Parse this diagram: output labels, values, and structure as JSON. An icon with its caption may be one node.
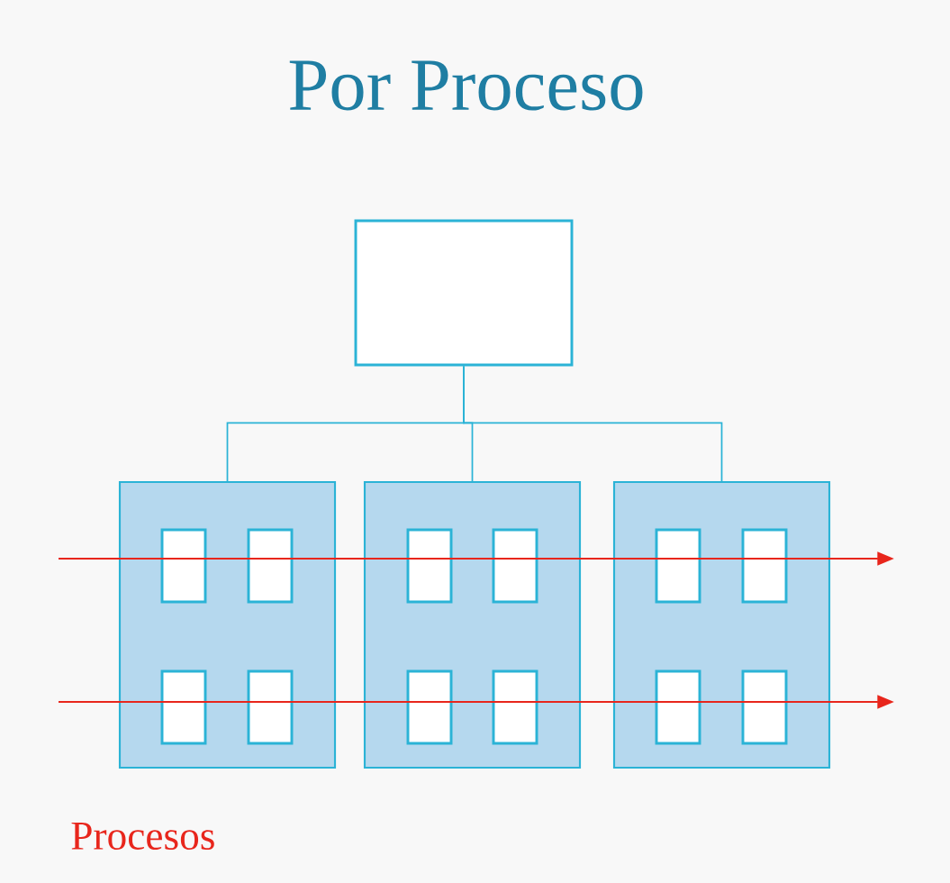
{
  "diagram": {
    "title": "Por Proceso",
    "nodes": [
      {
        "text": [],
        "shape": "box"
      },
      {
        "text": [],
        "shape": "box"
      },
      {
        "text": [],
        "shape": "box",
        "in": 1
      },
      {
        "text": [],
        "shape": "box",
        "in": 1
      },
      {
        "text": [],
        "shape": "box",
        "in": 1
      },
      {
        "text": [],
        "shape": "box",
        "in": 1
      },
      {
        "text": [],
        "shape": "box"
      },
      {
        "text": [],
        "shape": "box",
        "in": 6
      },
      {
        "text": [],
        "shape": "box",
        "in": 6
      },
      {
        "text": [],
        "shape": "box",
        "in": 6
      },
      {
        "text": [],
        "shape": "box",
        "in": 6
      },
      {
        "text": [],
        "shape": "box"
      },
      {
        "text": [],
        "shape": "box",
        "in": 11
      },
      {
        "text": [],
        "shape": "box",
        "in": 11
      },
      {
        "text": [],
        "shape": "box",
        "in": 11
      },
      {
        "text": [],
        "shape": "box",
        "in": 11
      }
    ],
    "edges": [
      {
        "from": 0,
        "to": 1,
        "arrow": "none"
      },
      {
        "from": 0,
        "to": 6,
        "arrow": "none"
      },
      {
        "from": 0,
        "to": 11,
        "arrow": "none"
      }
    ],
    "labels": [
      "Procesos"
    ]
  }
}
